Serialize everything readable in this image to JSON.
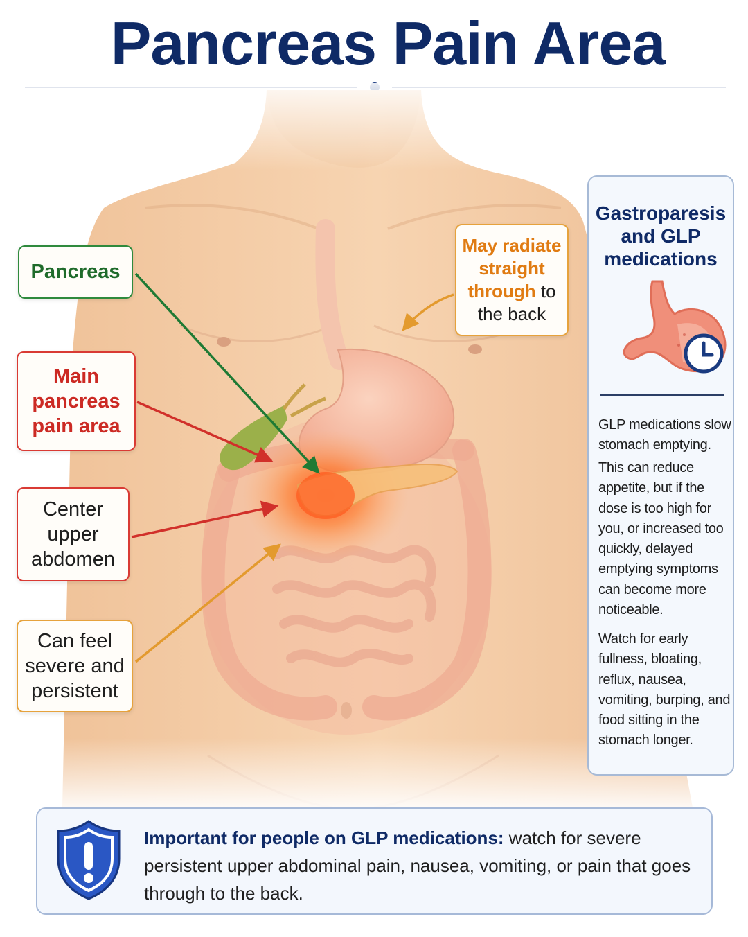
{
  "title": "Pancreas Pain Area",
  "callouts": {
    "pancreas": "Pancreas",
    "main_pain": [
      "Main",
      "pancreas",
      "pain area"
    ],
    "center_upper": [
      "Center",
      "upper",
      "abdomen"
    ],
    "severe": [
      "Can feel",
      "severe and",
      "persistent"
    ],
    "radiate": {
      "highlight_lines": [
        "May radiate",
        "straight",
        "through"
      ],
      "tail_word": " to",
      "last_line": "the back"
    }
  },
  "side_panel": {
    "title": [
      "Gastroparesis",
      "and GLP",
      "medications"
    ],
    "p1": "GLP medications slow stomach emptying.",
    "p2": "This can reduce appetite, but if the dose is too high for you, or increased too quickly, delayed emptying symptoms can become more noticeable.",
    "p3": "Watch for early fullness, bloating, reflux, nausea, vomiting, burping, and food sitting in the stomach longer."
  },
  "bottom_box": {
    "strong": "Important for people on GLP medications:",
    "text": " watch for severe persistent upper abdominal pain, nausea, vomiting, or pain that goes through to the back."
  },
  "icons": {
    "stomach": "stomach-with-clock-icon",
    "shield": "shield-exclamation-icon"
  },
  "colors": {
    "title": "#0f2a66",
    "green": "#2f8a3d",
    "red": "#d93a34",
    "orange": "#e6a23c",
    "panel_border": "#a7bad6"
  }
}
